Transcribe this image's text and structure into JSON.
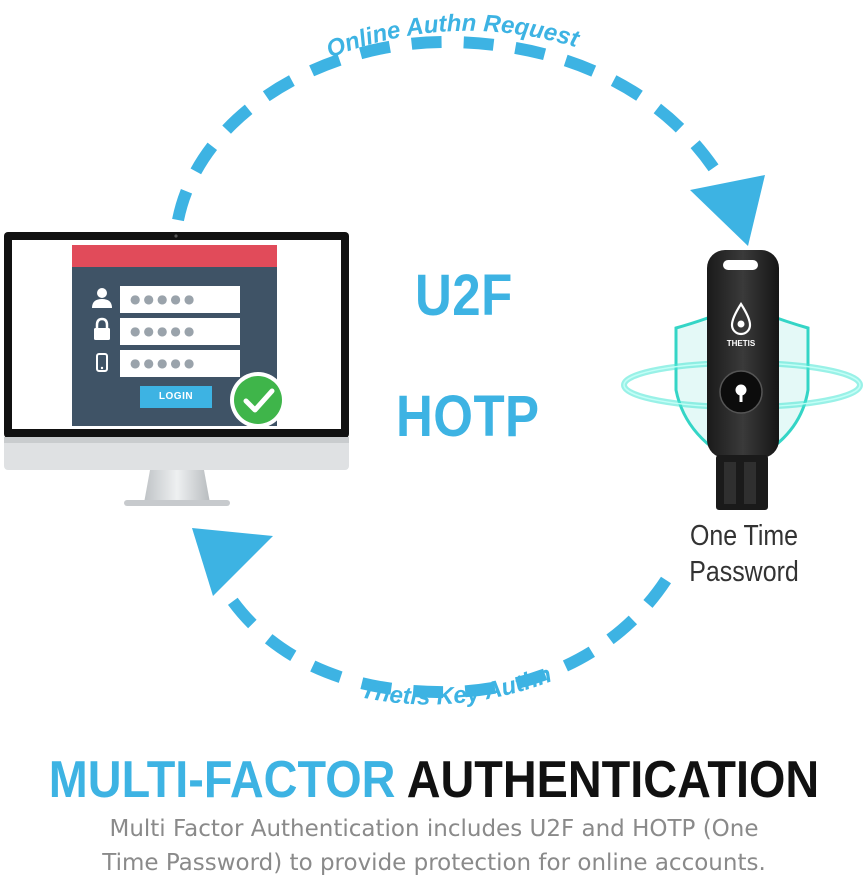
{
  "colors": {
    "accent": "#3db3e3",
    "dark_text": "#111111",
    "caption_gray": "#8a8a8a",
    "screen_header_red": "#e14b5a",
    "screen_panel": "#3f5366",
    "check_green": "#3fb54a",
    "shield_glow": "#2ee6c8"
  },
  "diagram": {
    "top_arrow_label": "Online Authn Request",
    "bottom_arrow_label": "Thetis Key Authn",
    "protocol_1": "U2F",
    "protocol_2": "HOTP",
    "key_caption_line1": "One Time",
    "key_caption_line2": "Password",
    "key_brand": "THETIS"
  },
  "login_screen": {
    "username_field": "●●●●●",
    "password_field": "●●●●●",
    "phone_field": "●●●●●",
    "login_button": "LOGIN",
    "icons": [
      "user-icon",
      "lock-icon",
      "phone-icon",
      "checkmark-icon"
    ]
  },
  "headline": {
    "accent_part": "MULTI-FACTOR",
    "dark_part": "AUTHENTICATION"
  },
  "subtitle": {
    "line1": "Multi Factor Authentication includes U2F and HOTP (One",
    "line2": "Time Password) to provide protection for online accounts."
  }
}
